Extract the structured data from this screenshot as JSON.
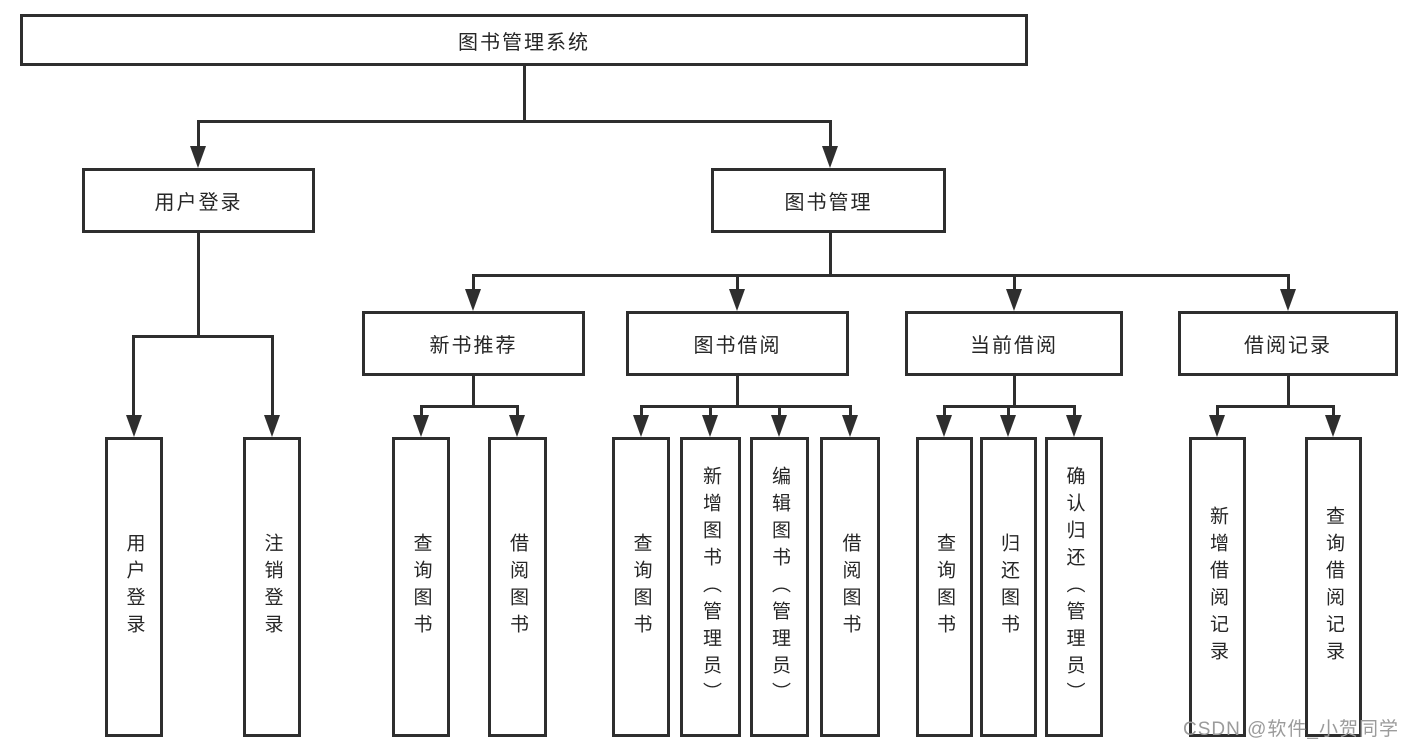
{
  "colors": {
    "line": "#2e2e2e",
    "text": "#262626",
    "background": "#ffffff",
    "watermark": "#9b9b9b"
  },
  "tree": {
    "root": {
      "label": "图书管理系统"
    },
    "level2": [
      {
        "label": "用户登录",
        "parent": "图书管理系统"
      },
      {
        "label": "图书管理",
        "parent": "图书管理系统"
      }
    ],
    "level3": [
      {
        "label": "新书推荐",
        "parent": "图书管理"
      },
      {
        "label": "图书借阅",
        "parent": "图书管理"
      },
      {
        "label": "当前借阅",
        "parent": "图书管理"
      },
      {
        "label": "借阅记录",
        "parent": "图书管理"
      }
    ],
    "leaves": [
      {
        "label": "用户登录",
        "parent": "用户登录"
      },
      {
        "label": "注销登录",
        "parent": "用户登录"
      },
      {
        "label": "查询图书",
        "parent": "新书推荐"
      },
      {
        "label": "借阅图书",
        "parent": "新书推荐"
      },
      {
        "label": "查询图书",
        "parent": "图书借阅"
      },
      {
        "label": "新增图书（管理员）",
        "parent": "图书借阅"
      },
      {
        "label": "编辑图书（管理员）",
        "parent": "图书借阅"
      },
      {
        "label": "借阅图书",
        "parent": "图书借阅"
      },
      {
        "label": "查询图书",
        "parent": "当前借阅"
      },
      {
        "label": "归还图书",
        "parent": "当前借阅"
      },
      {
        "label": "确认归还（管理员）",
        "parent": "当前借阅"
      },
      {
        "label": "新增借阅记录",
        "parent": "借阅记录"
      },
      {
        "label": "查询借阅记录",
        "parent": "借阅记录"
      }
    ]
  },
  "watermark": {
    "text": "CSDN @软件_小贺同学"
  }
}
